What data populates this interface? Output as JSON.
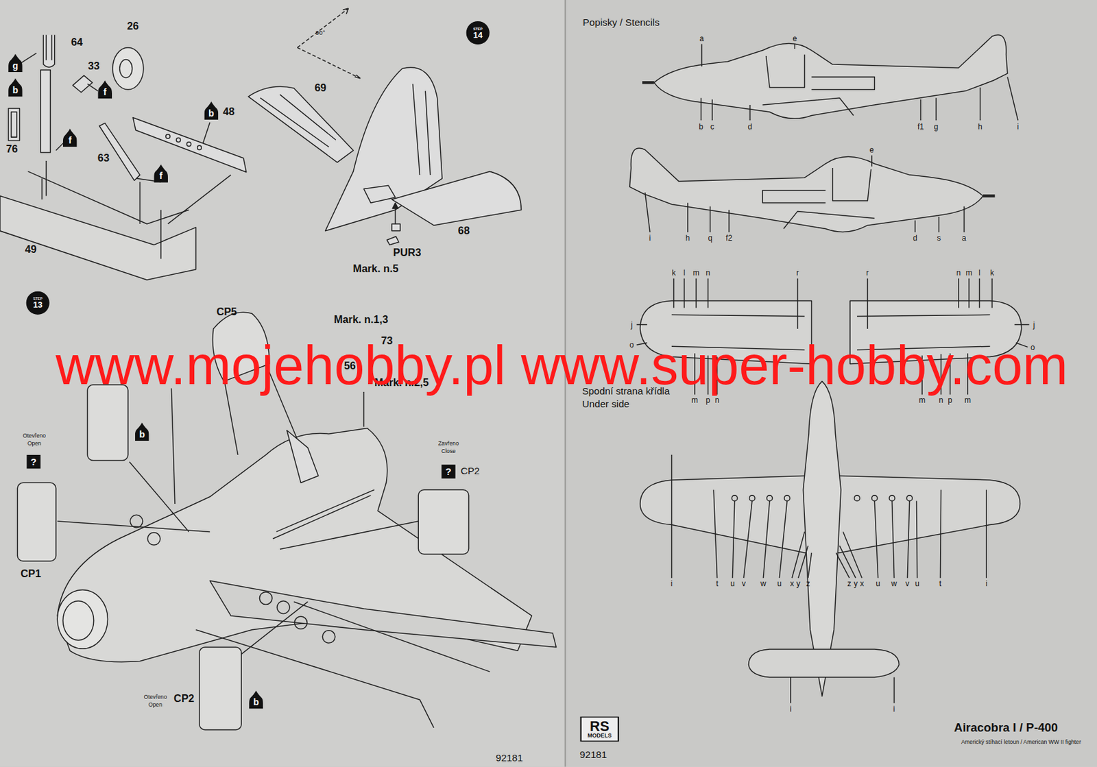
{
  "diagram": {
    "title": "Airacobra I / P-400",
    "caption": "Americký stíhací letoun / American WW II fighter",
    "nodes": [
      {
        "text": [
          "STEP",
          "14"
        ]
      },
      {
        "text": [
          "g"
        ]
      },
      {
        "text": [
          "b"
        ]
      },
      {
        "text": [
          "f"
        ]
      },
      {
        "text": [
          "f"
        ]
      },
      {
        "text": [
          "b"
        ]
      },
      {
        "text": [
          "f"
        ]
      },
      {
        "text": [
          "STEP",
          "13"
        ]
      },
      {
        "text": [
          "b"
        ]
      },
      {
        "text": [
          "?"
        ]
      },
      {
        "text": [
          "?"
        ]
      },
      {
        "text": [
          "b"
        ]
      },
      {
        "text": [
          "RS",
          "MODELS"
        ]
      }
    ],
    "labels": [
      "26",
      "64",
      "33",
      "76",
      "63",
      "48",
      "49",
      "90°",
      "69",
      "68",
      "PUR3",
      "Mark. n.5",
      "CP5",
      "Mark. n.1,3",
      "73",
      "56",
      "Mark. n.2,5",
      "Otevřeno",
      "Open",
      "Zavřeno",
      "Close",
      "CP2",
      "CP1",
      "Otevřeno",
      "Open",
      "CP2",
      "92181",
      "Popisky / Stencils",
      "a",
      "e",
      "b",
      "c",
      "d",
      "f1",
      "g",
      "h",
      "i",
      "e",
      "i",
      "h",
      "q",
      "f2",
      "d",
      "s",
      "a",
      "k",
      "l",
      "m",
      "n",
      "r",
      "r",
      "n",
      "m",
      "l",
      "k",
      "j",
      "o",
      "j",
      "o",
      "m",
      "p",
      "n",
      "m",
      "n",
      "p",
      "m",
      "Spodní strana křídla",
      "Under side",
      "i",
      "t",
      "u",
      "v",
      "w",
      "u",
      "x",
      "y",
      "z",
      "z",
      "y",
      "x",
      "u",
      "w",
      "v",
      "u",
      "t",
      "i",
      "i",
      "i",
      "92181",
      "www.mojehobby.pl www.super-hobby.com"
    ]
  }
}
